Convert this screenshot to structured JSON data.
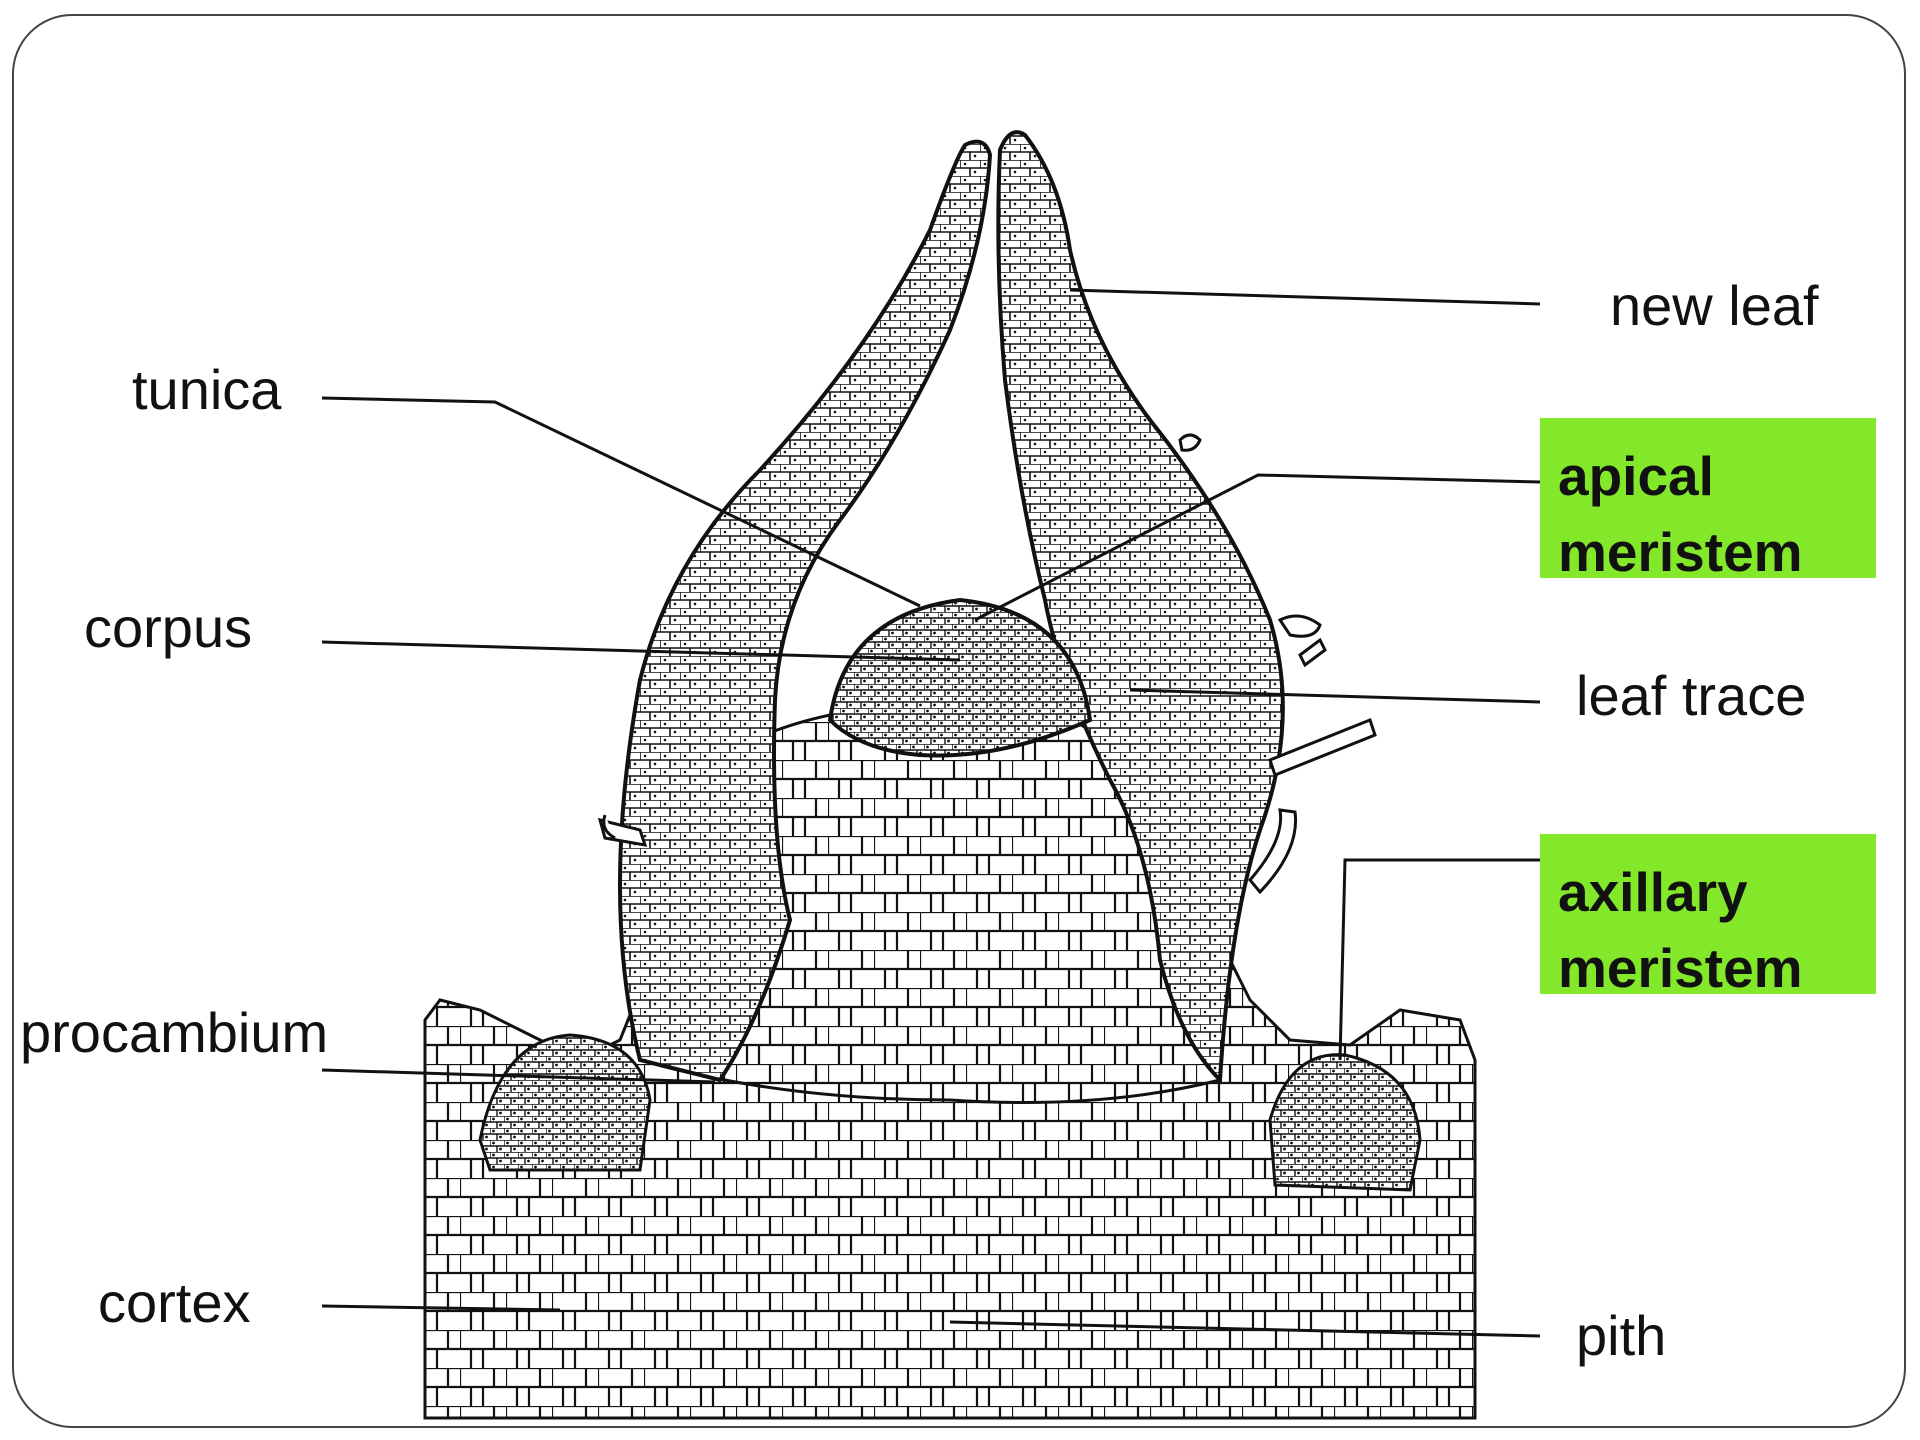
{
  "labels": {
    "tunica": "tunica",
    "corpus": "corpus",
    "procambium": "procambium",
    "cortex": "cortex",
    "new_leaf": "new leaf",
    "leaf_trace": "leaf trace",
    "pith": "pith"
  },
  "highlighted_labels": {
    "apical_line1": "apical",
    "apical_line2": "meristem",
    "axillary_line1": "axillary",
    "axillary_line2": "meristem"
  },
  "colors": {
    "highlight": "#84e82a",
    "ink": "#111111",
    "frame": "#444444"
  }
}
